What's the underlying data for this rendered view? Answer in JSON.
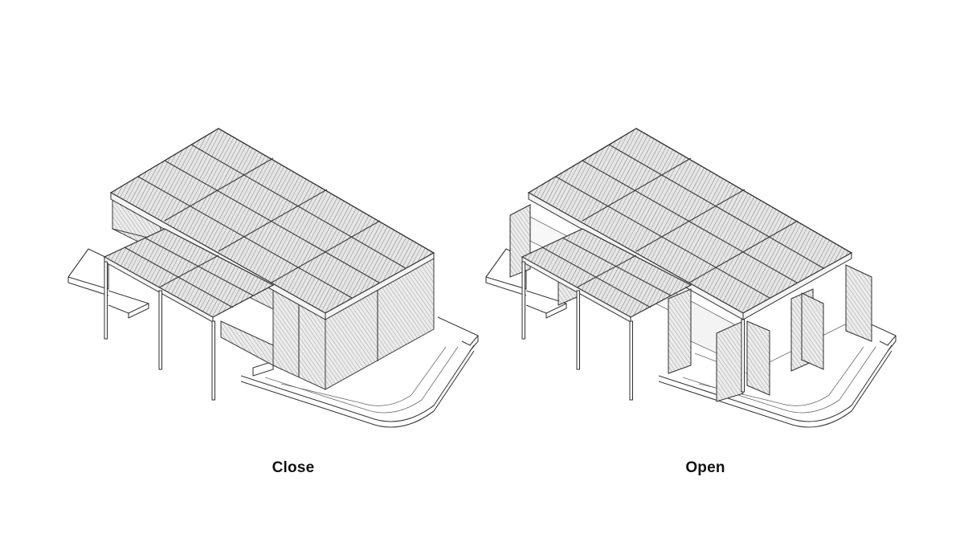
{
  "views": [
    {
      "id": "close",
      "label": "Close"
    },
    {
      "id": "open",
      "label": "Open"
    }
  ],
  "colors": {
    "line": "#3a3a3a",
    "hatch": "#8a8a8a",
    "panel_fill": "#e9e9e9",
    "background": "#ffffff"
  }
}
